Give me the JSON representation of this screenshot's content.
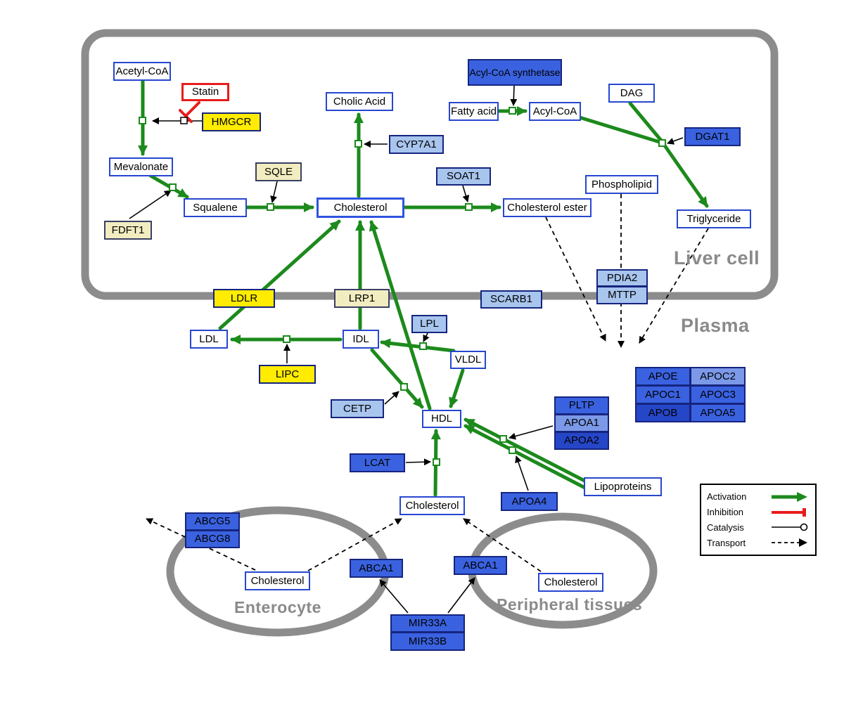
{
  "regions": {
    "liver": "Liver cell",
    "plasma": "Plasma",
    "enterocyte": "Enterocyte",
    "peripheral_tissues": "Peripheral tissues"
  },
  "nodes": {
    "acetyl_coa": "Acetyl-CoA",
    "statin": "Statin",
    "hmgcr": "HMGCR",
    "mevalonate": "Mevalonate",
    "sqle": "SQLE",
    "fdft1": "FDFT1",
    "squalene": "Squalene",
    "cholesterol_liver": "Cholesterol",
    "cholic_acid": "Cholic Acid",
    "cyp7a1": "CYP7A1",
    "soat1": "SOAT1",
    "cholesterol_ester": "Cholesterol ester",
    "acyl_coa_synthetase": "Acyl-CoA synthetase",
    "fatty_acid": "Fatty acid",
    "acyl_coa": "Acyl-CoA",
    "dag": "DAG",
    "dgat1": "DGAT1",
    "phospholipid": "Phospholipid",
    "triglyceride": "Triglyceride",
    "pdia2": "PDIA2",
    "mttp": "MTTP",
    "ldlr": "LDLR",
    "lrp1": "LRP1",
    "scarb1": "SCARB1",
    "ldl": "LDL",
    "idl": "IDL",
    "lpl": "LPL",
    "vldl": "VLDL",
    "lipc": "LIPC",
    "cetp": "CETP",
    "hdl": "HDL",
    "pltp": "PLTP",
    "apoa1": "APOA1",
    "apoa2": "APOA2",
    "lcat": "LCAT",
    "apoa4": "APOA4",
    "lipoproteins": "Lipoproteins",
    "apoe": "APOE",
    "apoc2": "APOC2",
    "apoc1": "APOC1",
    "apoc3": "APOC3",
    "apob": "APOB",
    "apoa5": "APOA5",
    "cholesterol_plasma": "Cholesterol",
    "abcg5": "ABCG5",
    "abcg8": "ABCG8",
    "cholesterol_enterocyte": "Cholesterol",
    "abca1_enterocyte": "ABCA1",
    "abca1_peripheral": "ABCA1",
    "cholesterol_peripheral": "Cholesterol",
    "mir33a": "MIR33A",
    "mir33b": "MIR33B"
  },
  "legend": {
    "items": [
      "Activation",
      "Inhibition",
      "Catalysis",
      "Transport"
    ]
  },
  "colors": {
    "activation_green": "#1c8a1c",
    "inhibition_red": "#e81c1c",
    "gene_blue": "#3a62e0",
    "gene_light_blue": "#a8c5ee",
    "gene_medium_blue": "#7b99e8",
    "enzyme_yellow": "#ffec00",
    "pale_yellow": "#f2edc0",
    "membrane_gray": "#8c8c8c",
    "metabolite_border_blue": "#2747d0"
  }
}
